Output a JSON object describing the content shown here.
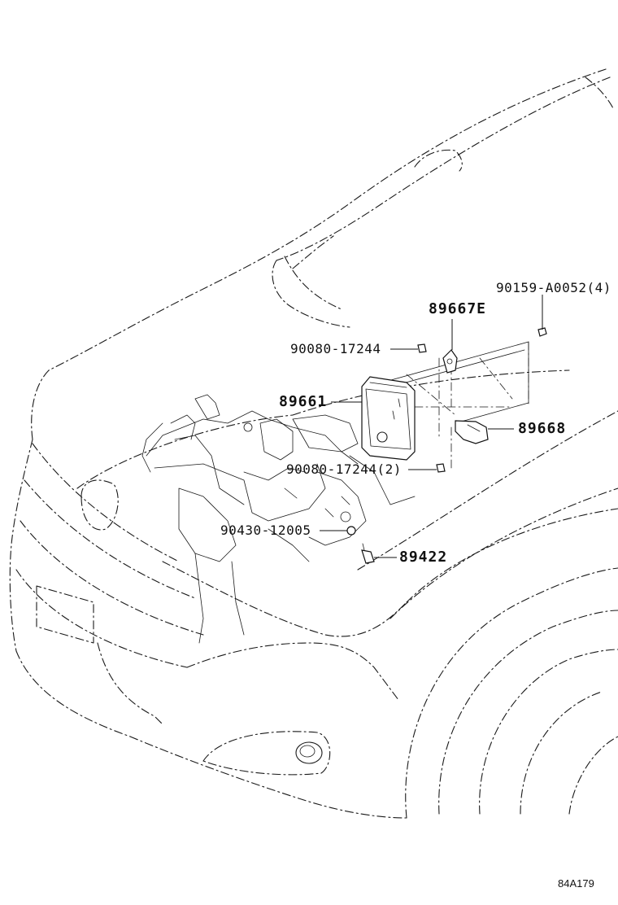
{
  "labels": {
    "bolt_90159": "90159-A0052(4)",
    "bracket_89667e": "89667E",
    "nut_90080_top": "90080-17244",
    "ecu_89661": "89661",
    "bracket_89668": "89668",
    "nut_90080_bottom": "90080-17244(2)",
    "gasket_90430": "90430-12005",
    "sensor_89422": "89422"
  },
  "illustration_code": "84A179"
}
